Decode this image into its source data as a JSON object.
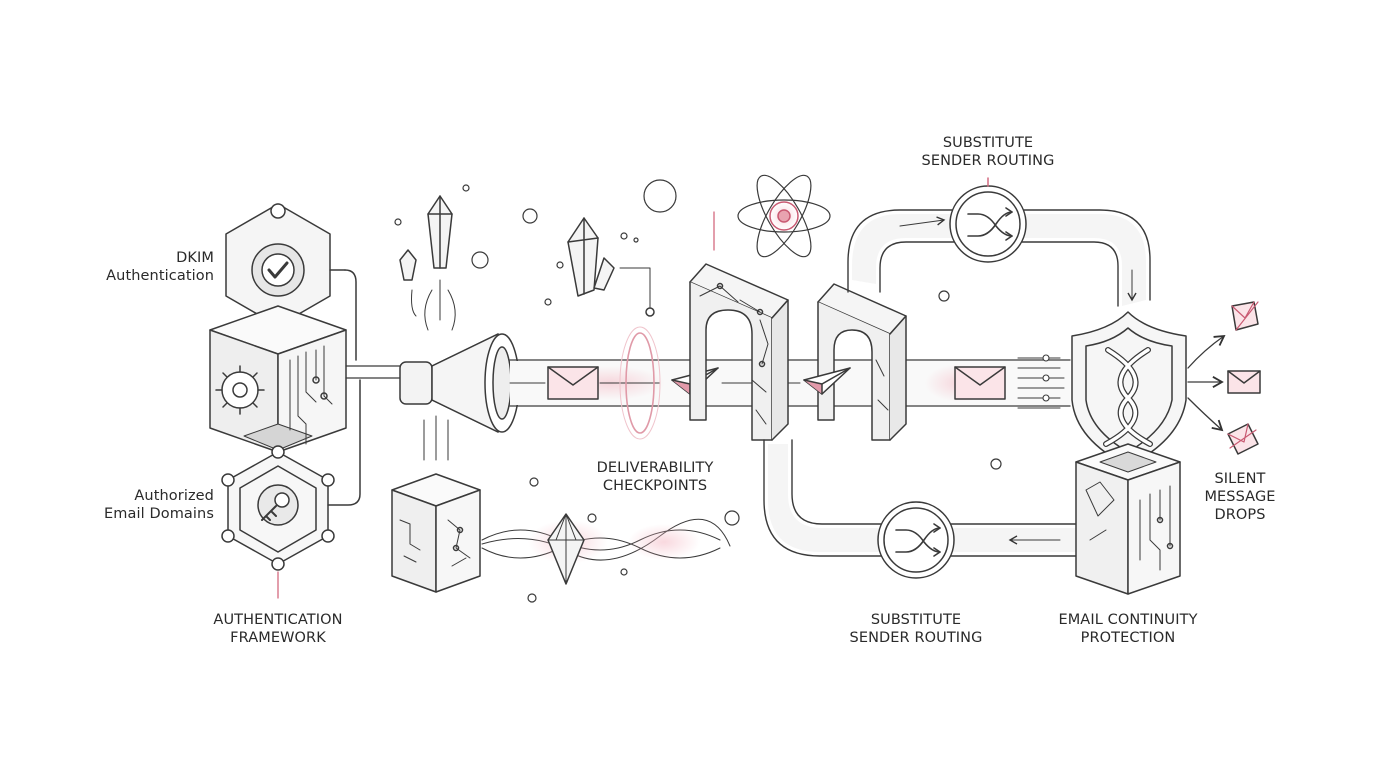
{
  "labels": {
    "dkim": "DKIM\nAuthentication",
    "authorized_domains": "Authorized\nEmail Domains",
    "auth_framework": "AUTHENTICATION\nFRAMEWORK",
    "deliverability": "DELIVERABILITY\nCHECKPOINTS",
    "substitute_top": "SUBSTITUTE\nSENDER ROUTING",
    "substitute_bottom": "SUBSTITUTE\nSENDER ROUTING",
    "continuity": "EMAIL CONTINUITY\nPROTECTION",
    "silent_drops": "SILENT\nMESSAGE\nDROPS"
  },
  "colors": {
    "line": "#3a3a3a",
    "fill": "#f1f1f1",
    "fill_dark": "#d9d9d9",
    "accent": "#e8a3b0",
    "accent_dark": "#c95a72"
  }
}
